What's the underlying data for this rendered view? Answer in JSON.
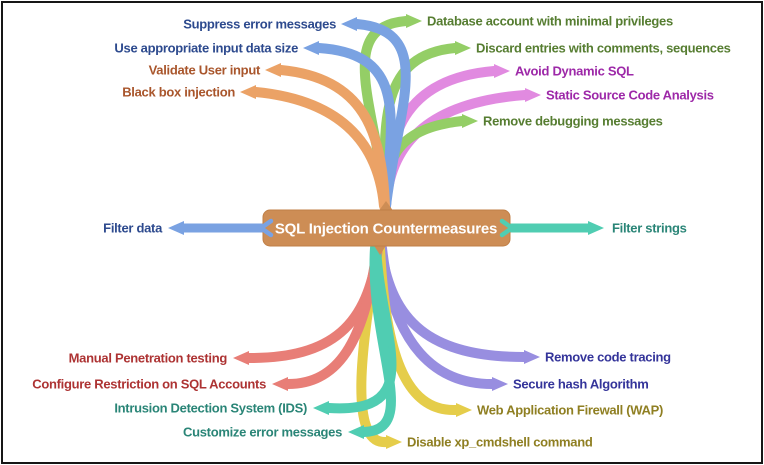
{
  "diagram": {
    "center": {
      "label": "SQL Injection Countermeasures",
      "bg_color": "#cd8d55",
      "text_color": "#ffffff"
    },
    "branches": [
      {
        "label": "Suppress error messages",
        "side": "top-left",
        "text_color": "#2d4a8e",
        "line_color": "#7aa2e2"
      },
      {
        "label": "Use appropriate input data size",
        "side": "top-left",
        "text_color": "#2d4a8e",
        "line_color": "#7aa2e2"
      },
      {
        "label": "Validate User input",
        "side": "top-left",
        "text_color": "#a9562c",
        "line_color": "#eba266"
      },
      {
        "label": "Black box injection",
        "side": "top-left",
        "text_color": "#a9562c",
        "line_color": "#eba266"
      },
      {
        "label": "Database account with minimal privileges",
        "side": "top-right",
        "text_color": "#567d31",
        "line_color": "#94ce66"
      },
      {
        "label": "Discard entries with comments, sequences",
        "side": "top-right",
        "text_color": "#567d31",
        "line_color": "#94ce66"
      },
      {
        "label": "Avoid Dynamic SQL",
        "side": "top-right",
        "text_color": "#9d28a8",
        "line_color": "#e18ae0"
      },
      {
        "label": "Static Source Code Analysis",
        "side": "top-right",
        "text_color": "#9d28a8",
        "line_color": "#e18ae0"
      },
      {
        "label": "Remove debugging messages",
        "side": "top-right",
        "text_color": "#567d31",
        "line_color": "#94ce66"
      },
      {
        "label": "Filter data",
        "side": "middle-left",
        "text_color": "#2d4a8e",
        "line_color": "#7aa2e2"
      },
      {
        "label": "Filter strings",
        "side": "middle-right",
        "text_color": "#2a8577",
        "line_color": "#50cdb2"
      },
      {
        "label": "Manual Penetration testing",
        "side": "bottom-left",
        "text_color": "#ad3333",
        "line_color": "#e87e77"
      },
      {
        "label": "Configure Restriction on SQL Accounts",
        "side": "bottom-left",
        "text_color": "#ad3333",
        "line_color": "#e87e77"
      },
      {
        "label": "Intrusion Detection System (IDS)",
        "side": "bottom-left",
        "text_color": "#2a8577",
        "line_color": "#50cdb2"
      },
      {
        "label": "Customize error messages",
        "side": "bottom-left",
        "text_color": "#2a8577",
        "line_color": "#50cdb2"
      },
      {
        "label": "Remove code tracing",
        "side": "bottom-right",
        "text_color": "#34349a",
        "line_color": "#988ee0"
      },
      {
        "label": "Secure hash Algorithm",
        "side": "bottom-right",
        "text_color": "#34349a",
        "line_color": "#988ee0"
      },
      {
        "label": "Web Application Firewall (WAP)",
        "side": "bottom-right",
        "text_color": "#8f7f22",
        "line_color": "#e5cd4a"
      },
      {
        "label": "Disable xp_cmdshell command",
        "side": "bottom-right",
        "text_color": "#8f7f22",
        "line_color": "#e5cd4a"
      }
    ]
  }
}
